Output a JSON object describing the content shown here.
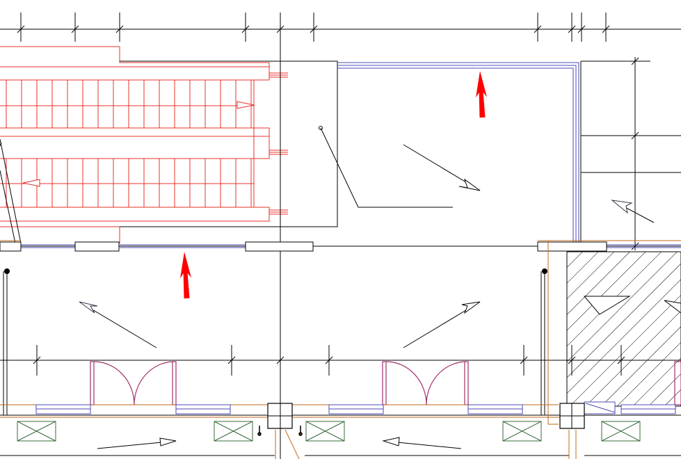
{
  "drawing": {
    "kind": "architectural floor plan",
    "colors": {
      "wall": "#000000",
      "escalator": "#e8302a",
      "glazing": "#4a4ab8",
      "door": "#a0306a",
      "frame": "#c06a1a",
      "marker_arrow": "#ff0000",
      "equipment": "#3a6a3a",
      "hatch": "#000000"
    },
    "elements": {
      "escalators": 2,
      "glazed_openings": 6,
      "double_doors": 2,
      "equipment_boxes": 5,
      "hatched_zones": 1,
      "red_arrows": 2
    }
  }
}
